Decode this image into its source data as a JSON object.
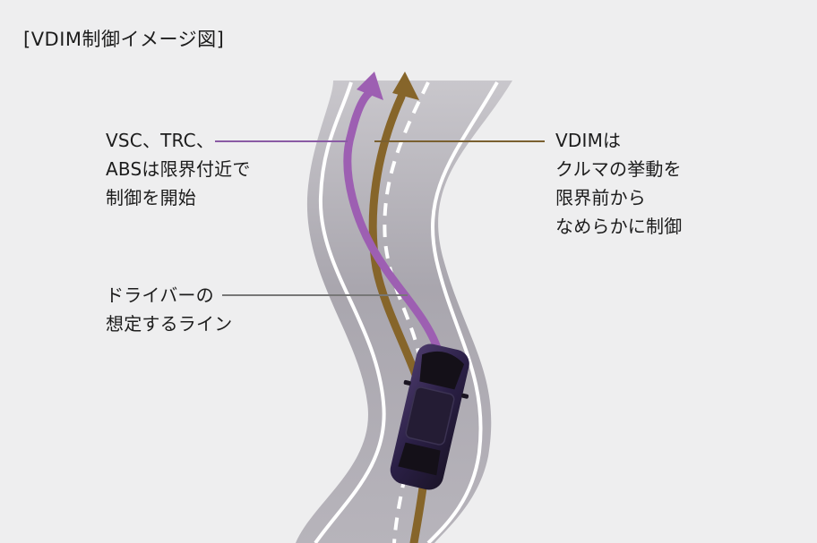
{
  "title": "[VDIM制御イメージ図]",
  "labels": {
    "vsc_trc_abs": {
      "lines": [
        "VSC、TRC、",
        "ABSは限界付近で",
        "制御を開始"
      ]
    },
    "driver_line": {
      "lines": [
        "ドライバーの",
        "想定するライン"
      ]
    },
    "vdim": {
      "lines": [
        "VDIMは",
        "クルマの挙動を",
        "限界前から",
        "なめらかに制御"
      ]
    }
  },
  "colors": {
    "background": "#eeeeef",
    "road": "#aeabb2",
    "road_edge": "#ffffff",
    "purple_path": "#9d5fb2",
    "gold_path": "#86652a",
    "car_body": "#2e2240"
  }
}
